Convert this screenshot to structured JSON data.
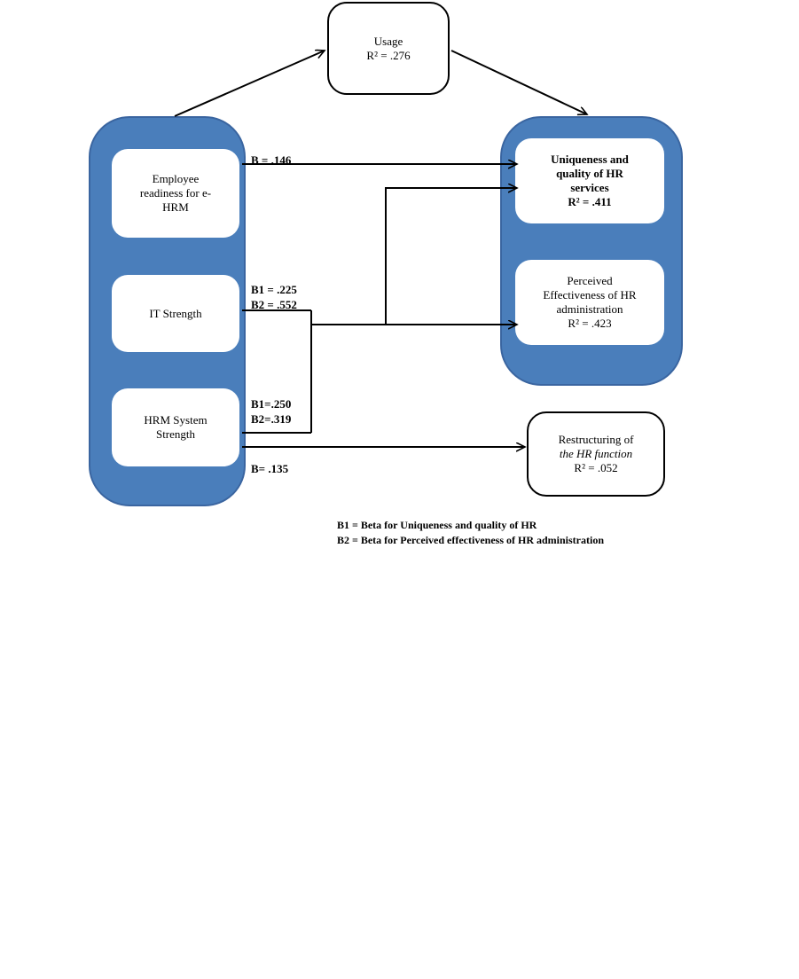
{
  "nodes": {
    "usage": {
      "line1": "Usage",
      "line2": "R² = .276"
    },
    "employee_readiness": {
      "label": "Employee\nreadiness for e-\nHRM"
    },
    "it_strength": {
      "label": "IT Strength"
    },
    "hrm_system_strength": {
      "label": "HRM System\nStrength"
    },
    "uniqueness": {
      "label": "Uniqueness and\nquality of HR\nservices\nR² = .411"
    },
    "perceived_effectiveness": {
      "label": "Perceived\nEffectiveness of HR\nadministration\nR² = .423"
    },
    "restructuring": {
      "line1": "Restructuring of",
      "line2": "the HR function",
      "line3": "R² = .052"
    }
  },
  "coefficients": {
    "employee_readiness": "B = .146",
    "it_strength": "B1 = .225\nB2 = .552",
    "hrm_system_strength": "B1=.250\nB2=.319",
    "hrm_restructuring": "B= .135"
  },
  "legend": {
    "b1": "B1 = Beta  for Uniqueness and quality of HR",
    "b2": "B2 = Beta  for Perceived effectiveness of HR administration"
  },
  "colors": {
    "group_fill": "#4a7ebb",
    "line": "#000000"
  }
}
